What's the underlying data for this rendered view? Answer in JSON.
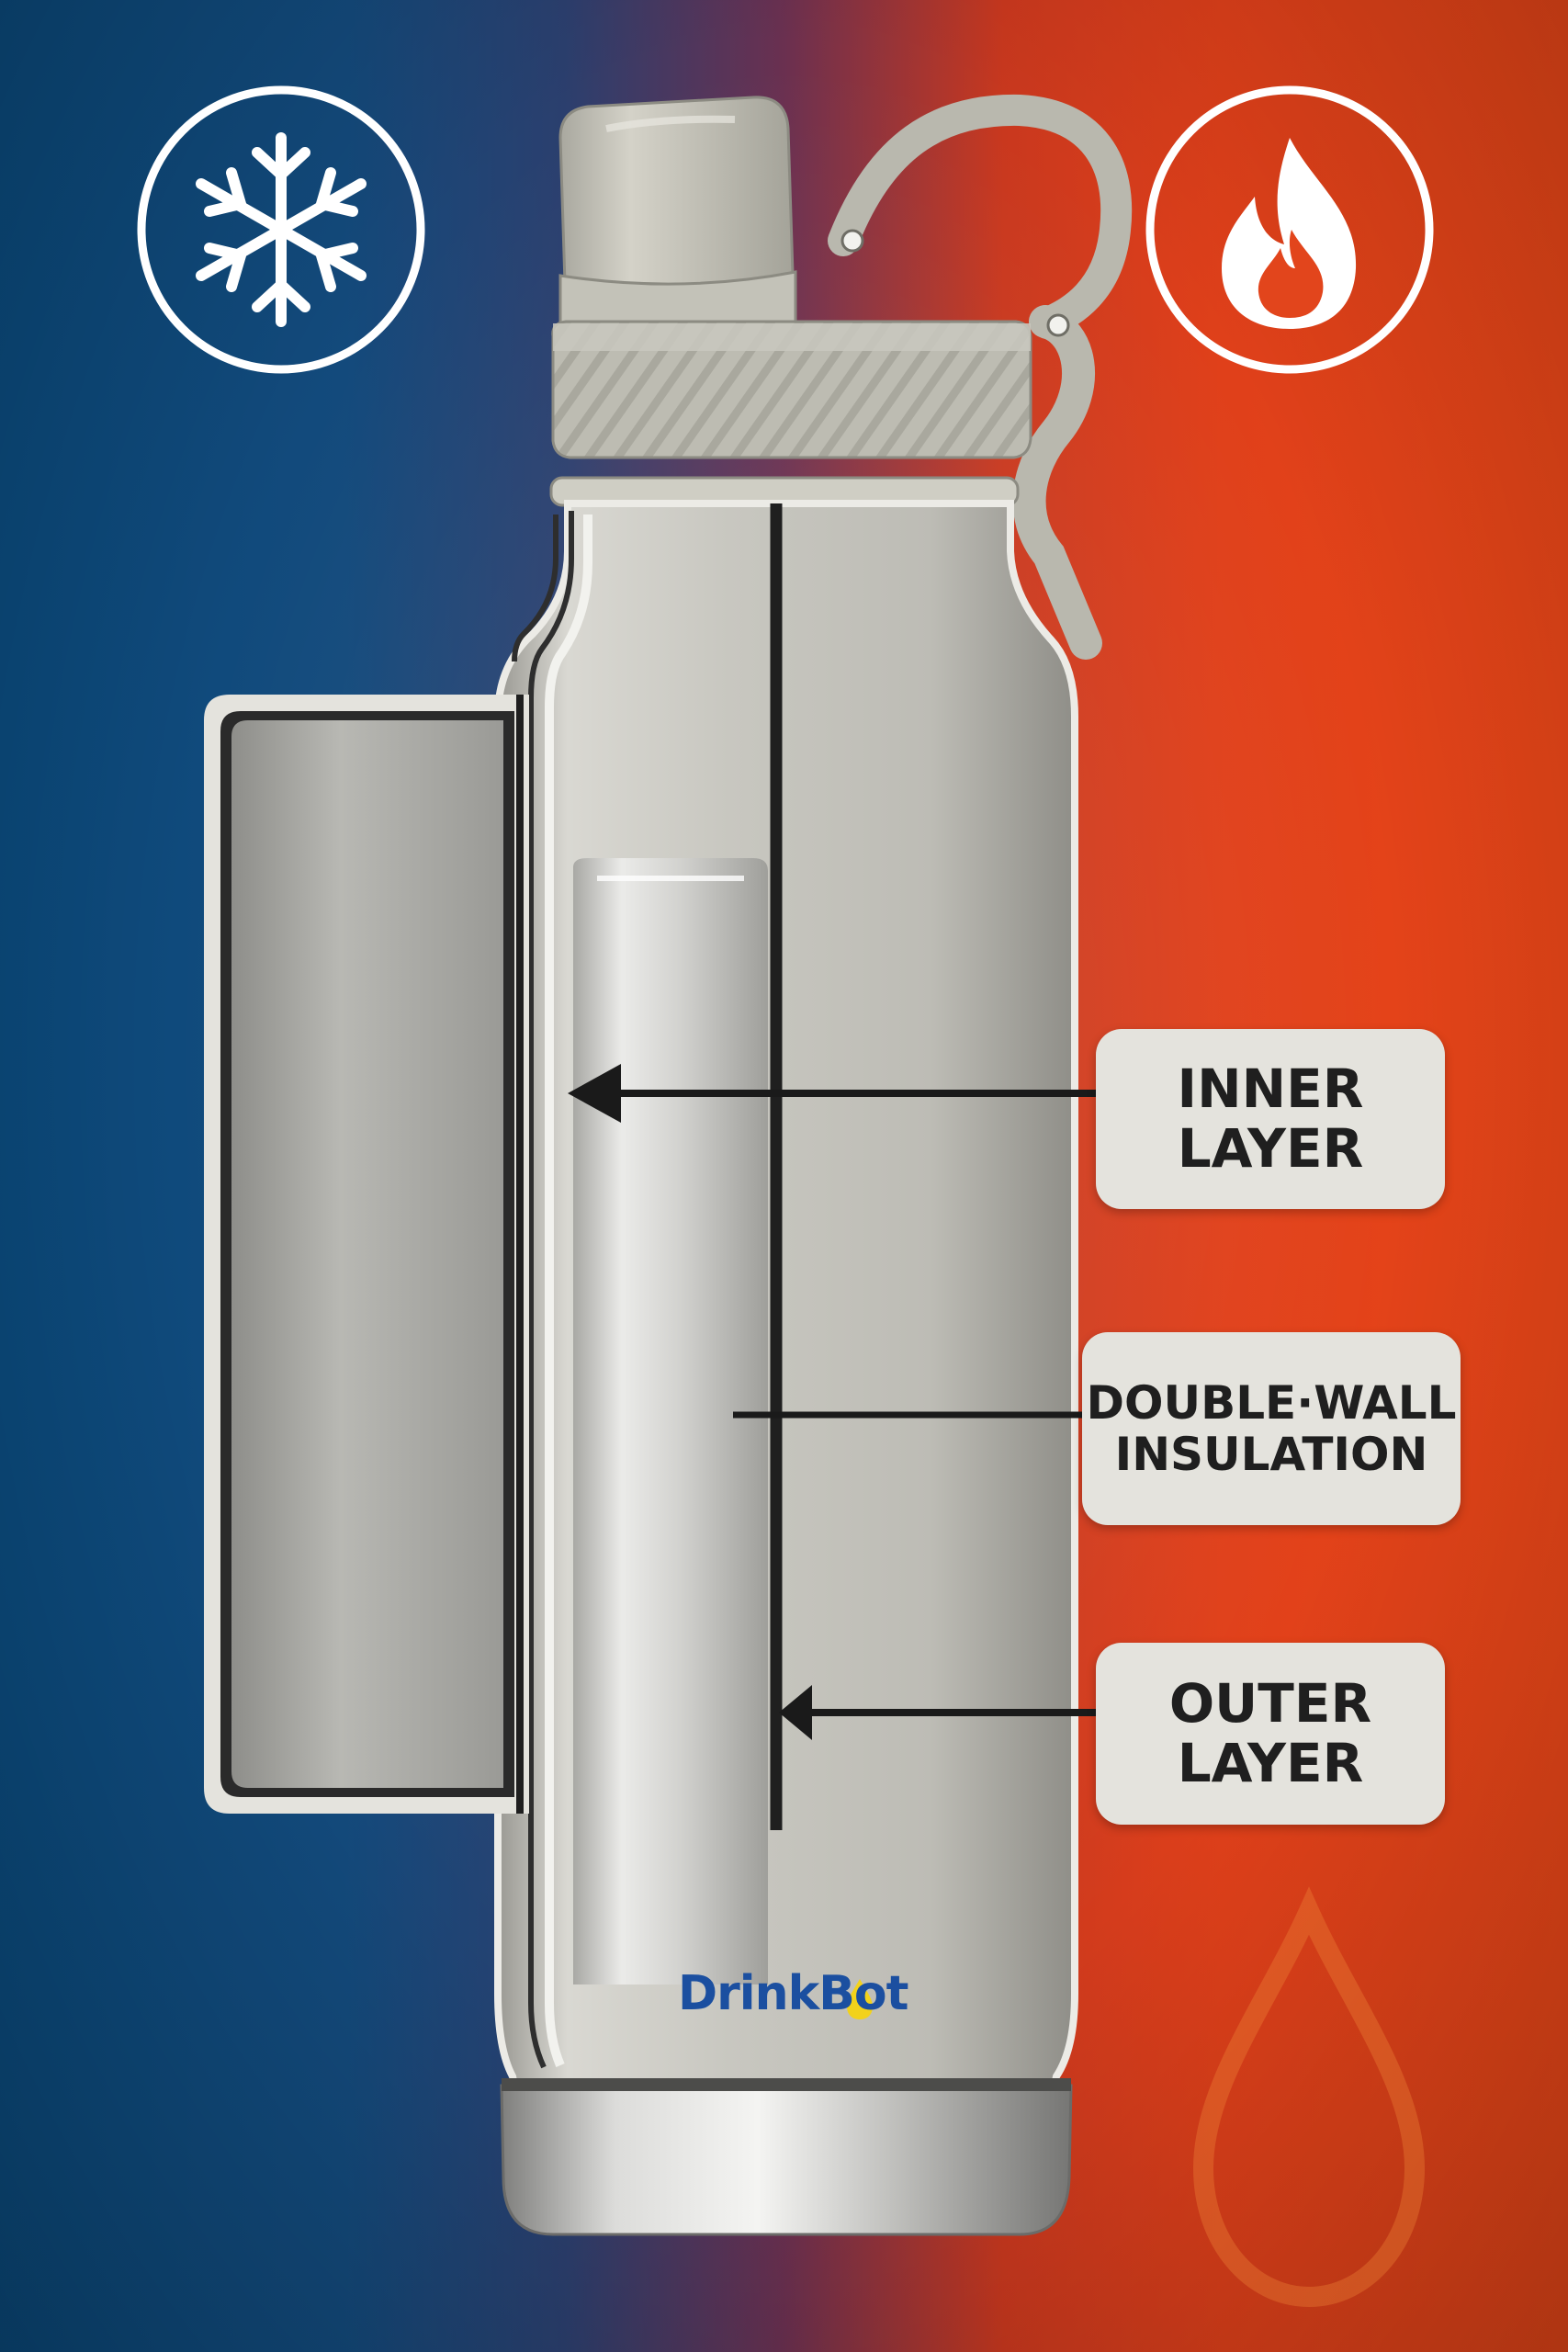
{
  "callouts": {
    "inner": {
      "line1": "INNER",
      "line2": "LAYER"
    },
    "insulation": {
      "line1": "DOUBLE·WALL",
      "line2": "INSULATION"
    },
    "outer": {
      "line1": "OUTER",
      "line2": "LAYER"
    }
  },
  "brand": {
    "name": "DrinkBot"
  },
  "icons": {
    "cold": "snowflake-icon",
    "hot": "flame-icon",
    "drop": "water-drop-icon"
  },
  "colors": {
    "cold_blue": "#0b4a7c",
    "hot_orange": "#e84618",
    "steel": "#c9c8c2",
    "brand_blue": "#1b4fa0",
    "brand_accent": "#f2d21b",
    "callout_bg": "#e4e3dd"
  }
}
